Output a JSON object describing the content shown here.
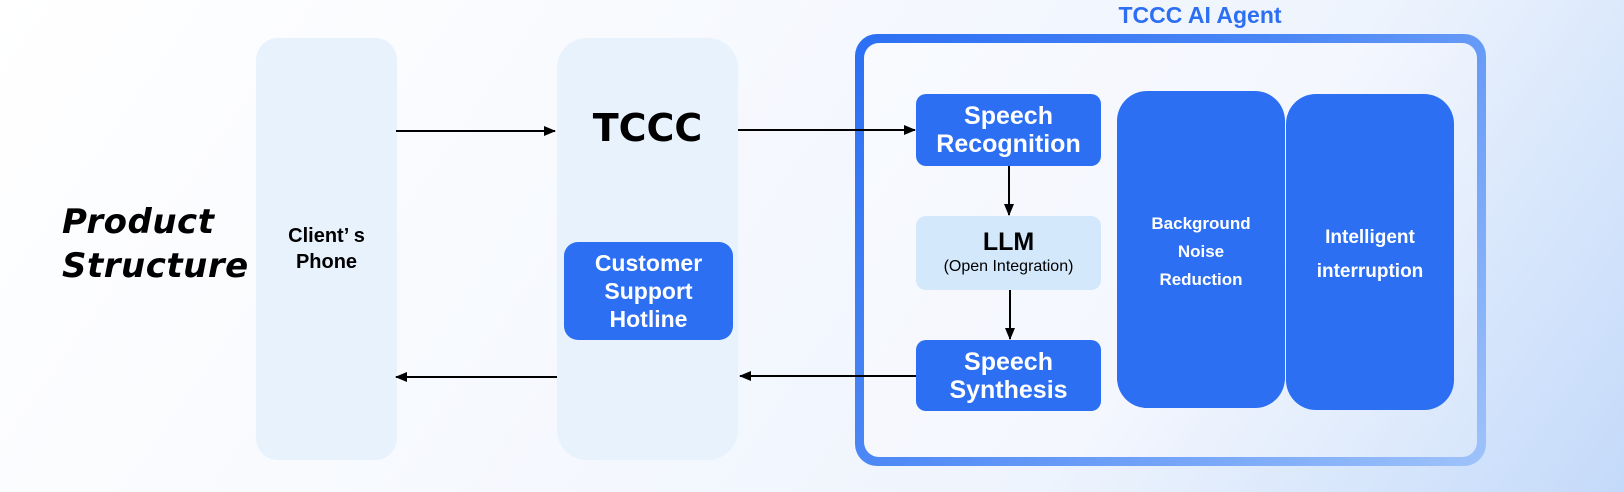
{
  "diagram": {
    "title": "Product Structure",
    "title_lines": [
      "Product",
      "Structure"
    ],
    "nodes": {
      "client_phone": {
        "label_lines": [
          "Client’ s",
          "Phone"
        ]
      },
      "tccc": {
        "label": "TCCC"
      },
      "hotline": {
        "label_lines": [
          "Customer",
          "Support",
          "Hotline"
        ]
      },
      "agent_group": {
        "label": "TCCC AI Agent"
      },
      "speech_recognition": {
        "label_lines": [
          "Speech",
          "Recognition"
        ]
      },
      "llm": {
        "label": "LLM",
        "sublabel": "(Open Integration)"
      },
      "speech_synthesis": {
        "label_lines": [
          "Speech",
          "Synthesis"
        ]
      },
      "noise_reduction": {
        "label_lines": [
          "Background",
          "Noise",
          "Reduction"
        ]
      },
      "interruption": {
        "label_lines": [
          "Intelligent",
          "interruption"
        ]
      }
    },
    "edges": [
      {
        "from": "client_phone",
        "to": "tccc"
      },
      {
        "from": "tccc",
        "to": "speech_recognition"
      },
      {
        "from": "speech_recognition",
        "to": "llm"
      },
      {
        "from": "llm",
        "to": "speech_synthesis"
      },
      {
        "from": "speech_synthesis",
        "to": "tccc"
      },
      {
        "from": "tccc",
        "to": "client_phone"
      }
    ],
    "colors": {
      "accent": "#2c6ff3",
      "column_bg": "#e8f2fd",
      "llm_bg": "#d3e8fb",
      "agent_title": "#2c6ff3"
    }
  }
}
